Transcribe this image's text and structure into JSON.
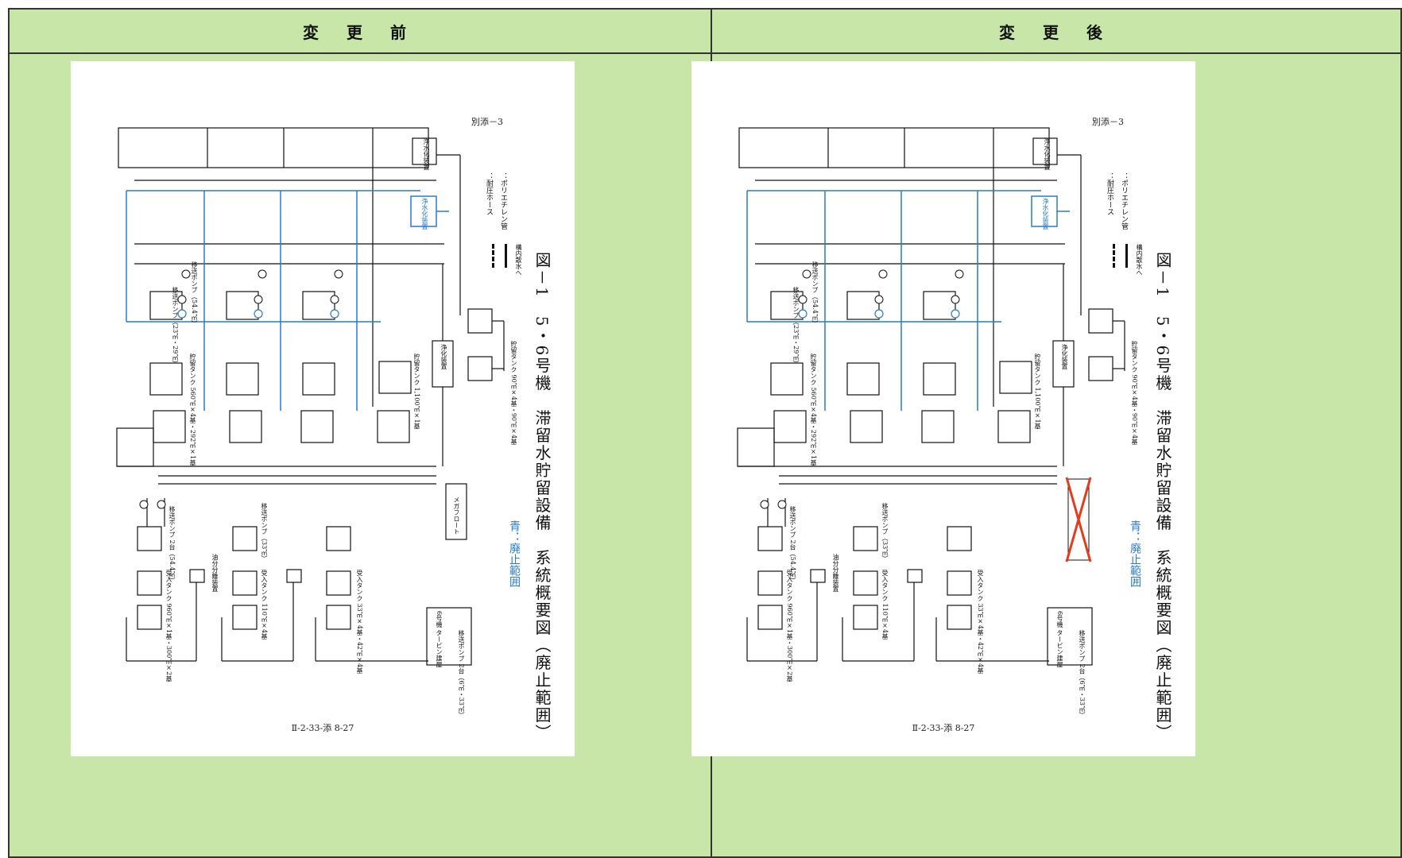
{
  "headers": {
    "before": "変 更 前",
    "after": "変 更 後"
  },
  "document": {
    "annex_label": "別添－3",
    "footer_page": "Ⅱ-2-33-添 8-27",
    "figure_title": "図－1　5・6号機　滞留水貯留設備　系統概要図（廃止範囲）",
    "blue_note": "青：廃止範囲",
    "legend": [
      {
        "line": "solid",
        "label": "：ポリエチレン管"
      },
      {
        "line": "dashed",
        "label": "：耐圧ホース"
      }
    ],
    "labels": {
      "purifier_top": "浄水化装置",
      "purifier_blue": "浄水化装置",
      "purification": "浄化装置",
      "storage_tank_right": "貯留タンク 90㎥×4基・90㎥×4基",
      "drain": "構内散水へ",
      "mega_float": "メガフロート",
      "transfer_pump_a": "移送ポンプ（54.4㎥）",
      "transfer_pump_b": "移送ポンプ（23㎥・29㎥）",
      "storage_tank_a": "貯留タンク 560㎥×4基・292㎥×1基",
      "storage_tank_d": "貯留タンク 1,100㎥×1基",
      "transfer_pump_c": "移送ポンプ 2台（54.4㎥）",
      "receiving_tank_a": "受入タンク 960㎥×1基・300㎥×2基",
      "oil_separator": "油分分離装置",
      "transfer_pump_d": "移送ポンプ（33㎥）",
      "receiving_tank_b": "受入タンク 110㎥×4基",
      "receiving_tank_c": "受入タンク 33㎥×4基・42㎥×4基",
      "unit6_turbine": "6号機 タービン建屋",
      "transfer_pump_e": "移送ポンプ 2台（6㎥・33㎥）"
    }
  },
  "colors": {
    "header_bg": "#c8e6a8",
    "blue": "#2a7bc8",
    "removal_mark": "#e8391b"
  }
}
